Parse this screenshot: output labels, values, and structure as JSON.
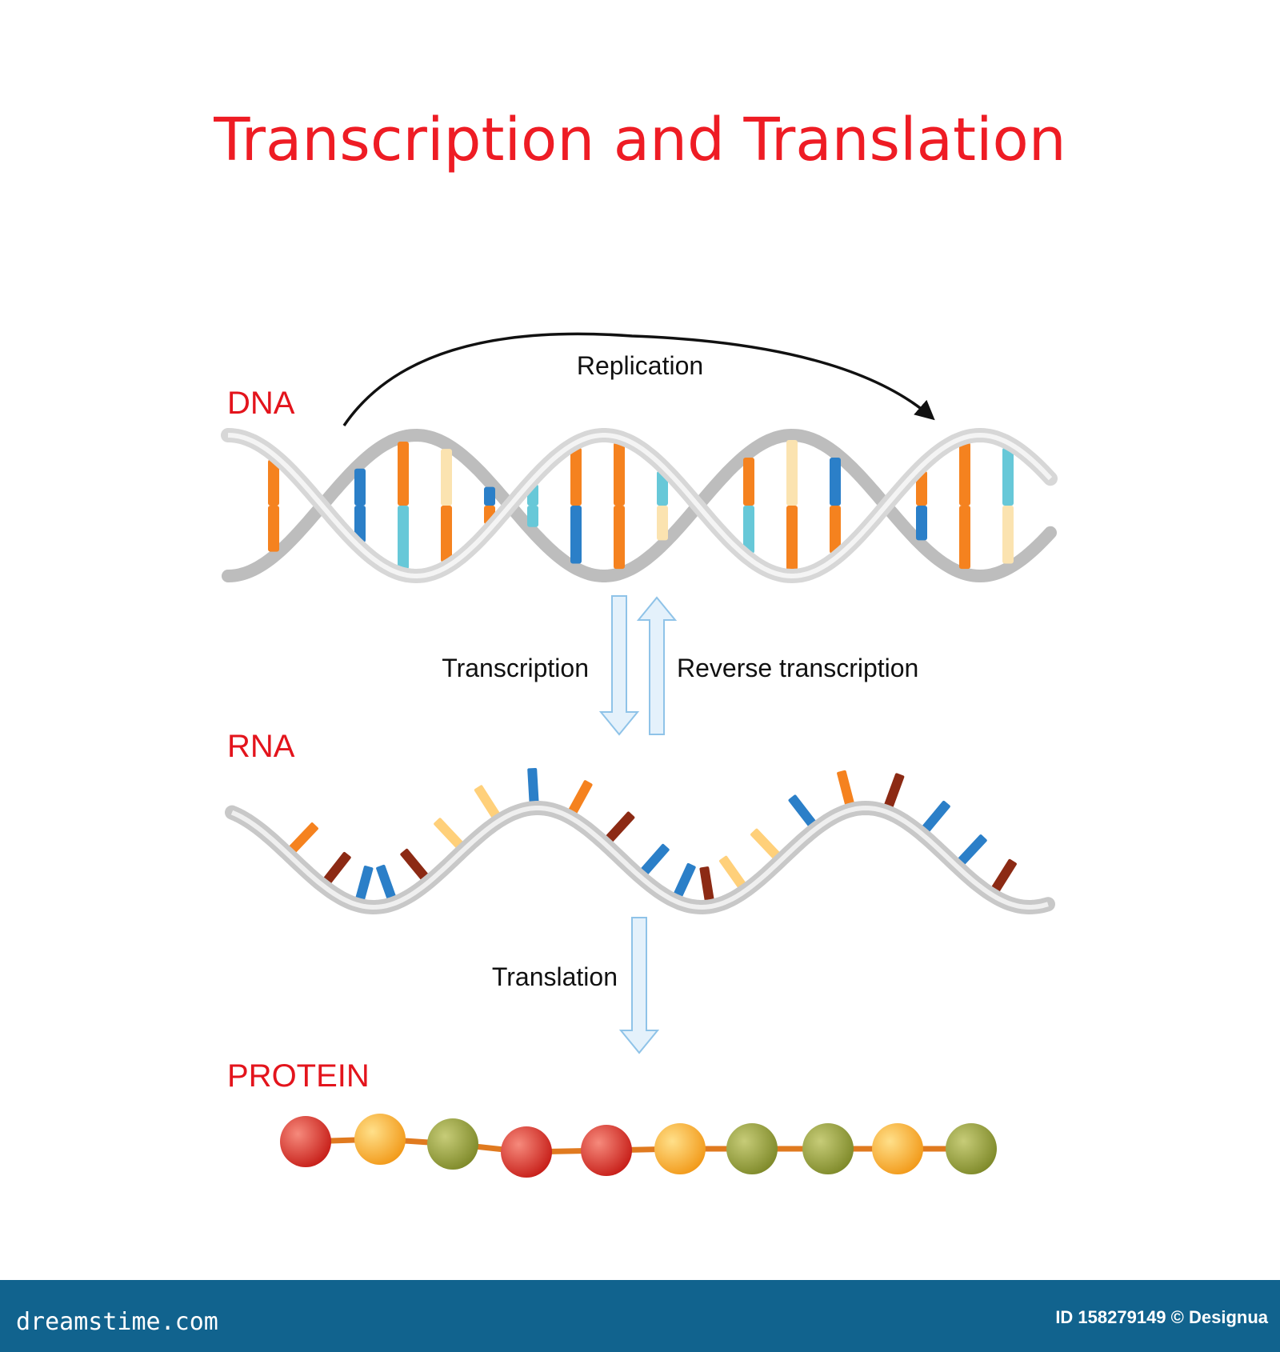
{
  "title": "Transcription and Translation",
  "sections": {
    "dna": "DNA",
    "rna": "RNA",
    "protein": "PROTEIN"
  },
  "processes": {
    "replication": "Replication",
    "transcription": "Transcription",
    "reverse_transcription": "Reverse transcription",
    "translation": "Translation"
  },
  "footer": {
    "brand": "dreamstime.com",
    "image_id": "ID 158279149 © Designua"
  },
  "colors": {
    "title": "#ee1c24",
    "section_label": "#e3141c",
    "backbone": "#d7d7d7",
    "arrow_fill": "#e4f1fb",
    "arrow_stroke": "#8fc3e8",
    "footer_bg": "#11638e",
    "bases": [
      "#f5821f",
      "#fbe3b0",
      "#2b7fc8",
      "#67c8d8",
      "#8c2a14",
      "#ffd07a"
    ],
    "amino_acids": [
      "#e4322b",
      "#f9b233",
      "#9aa23c"
    ]
  }
}
